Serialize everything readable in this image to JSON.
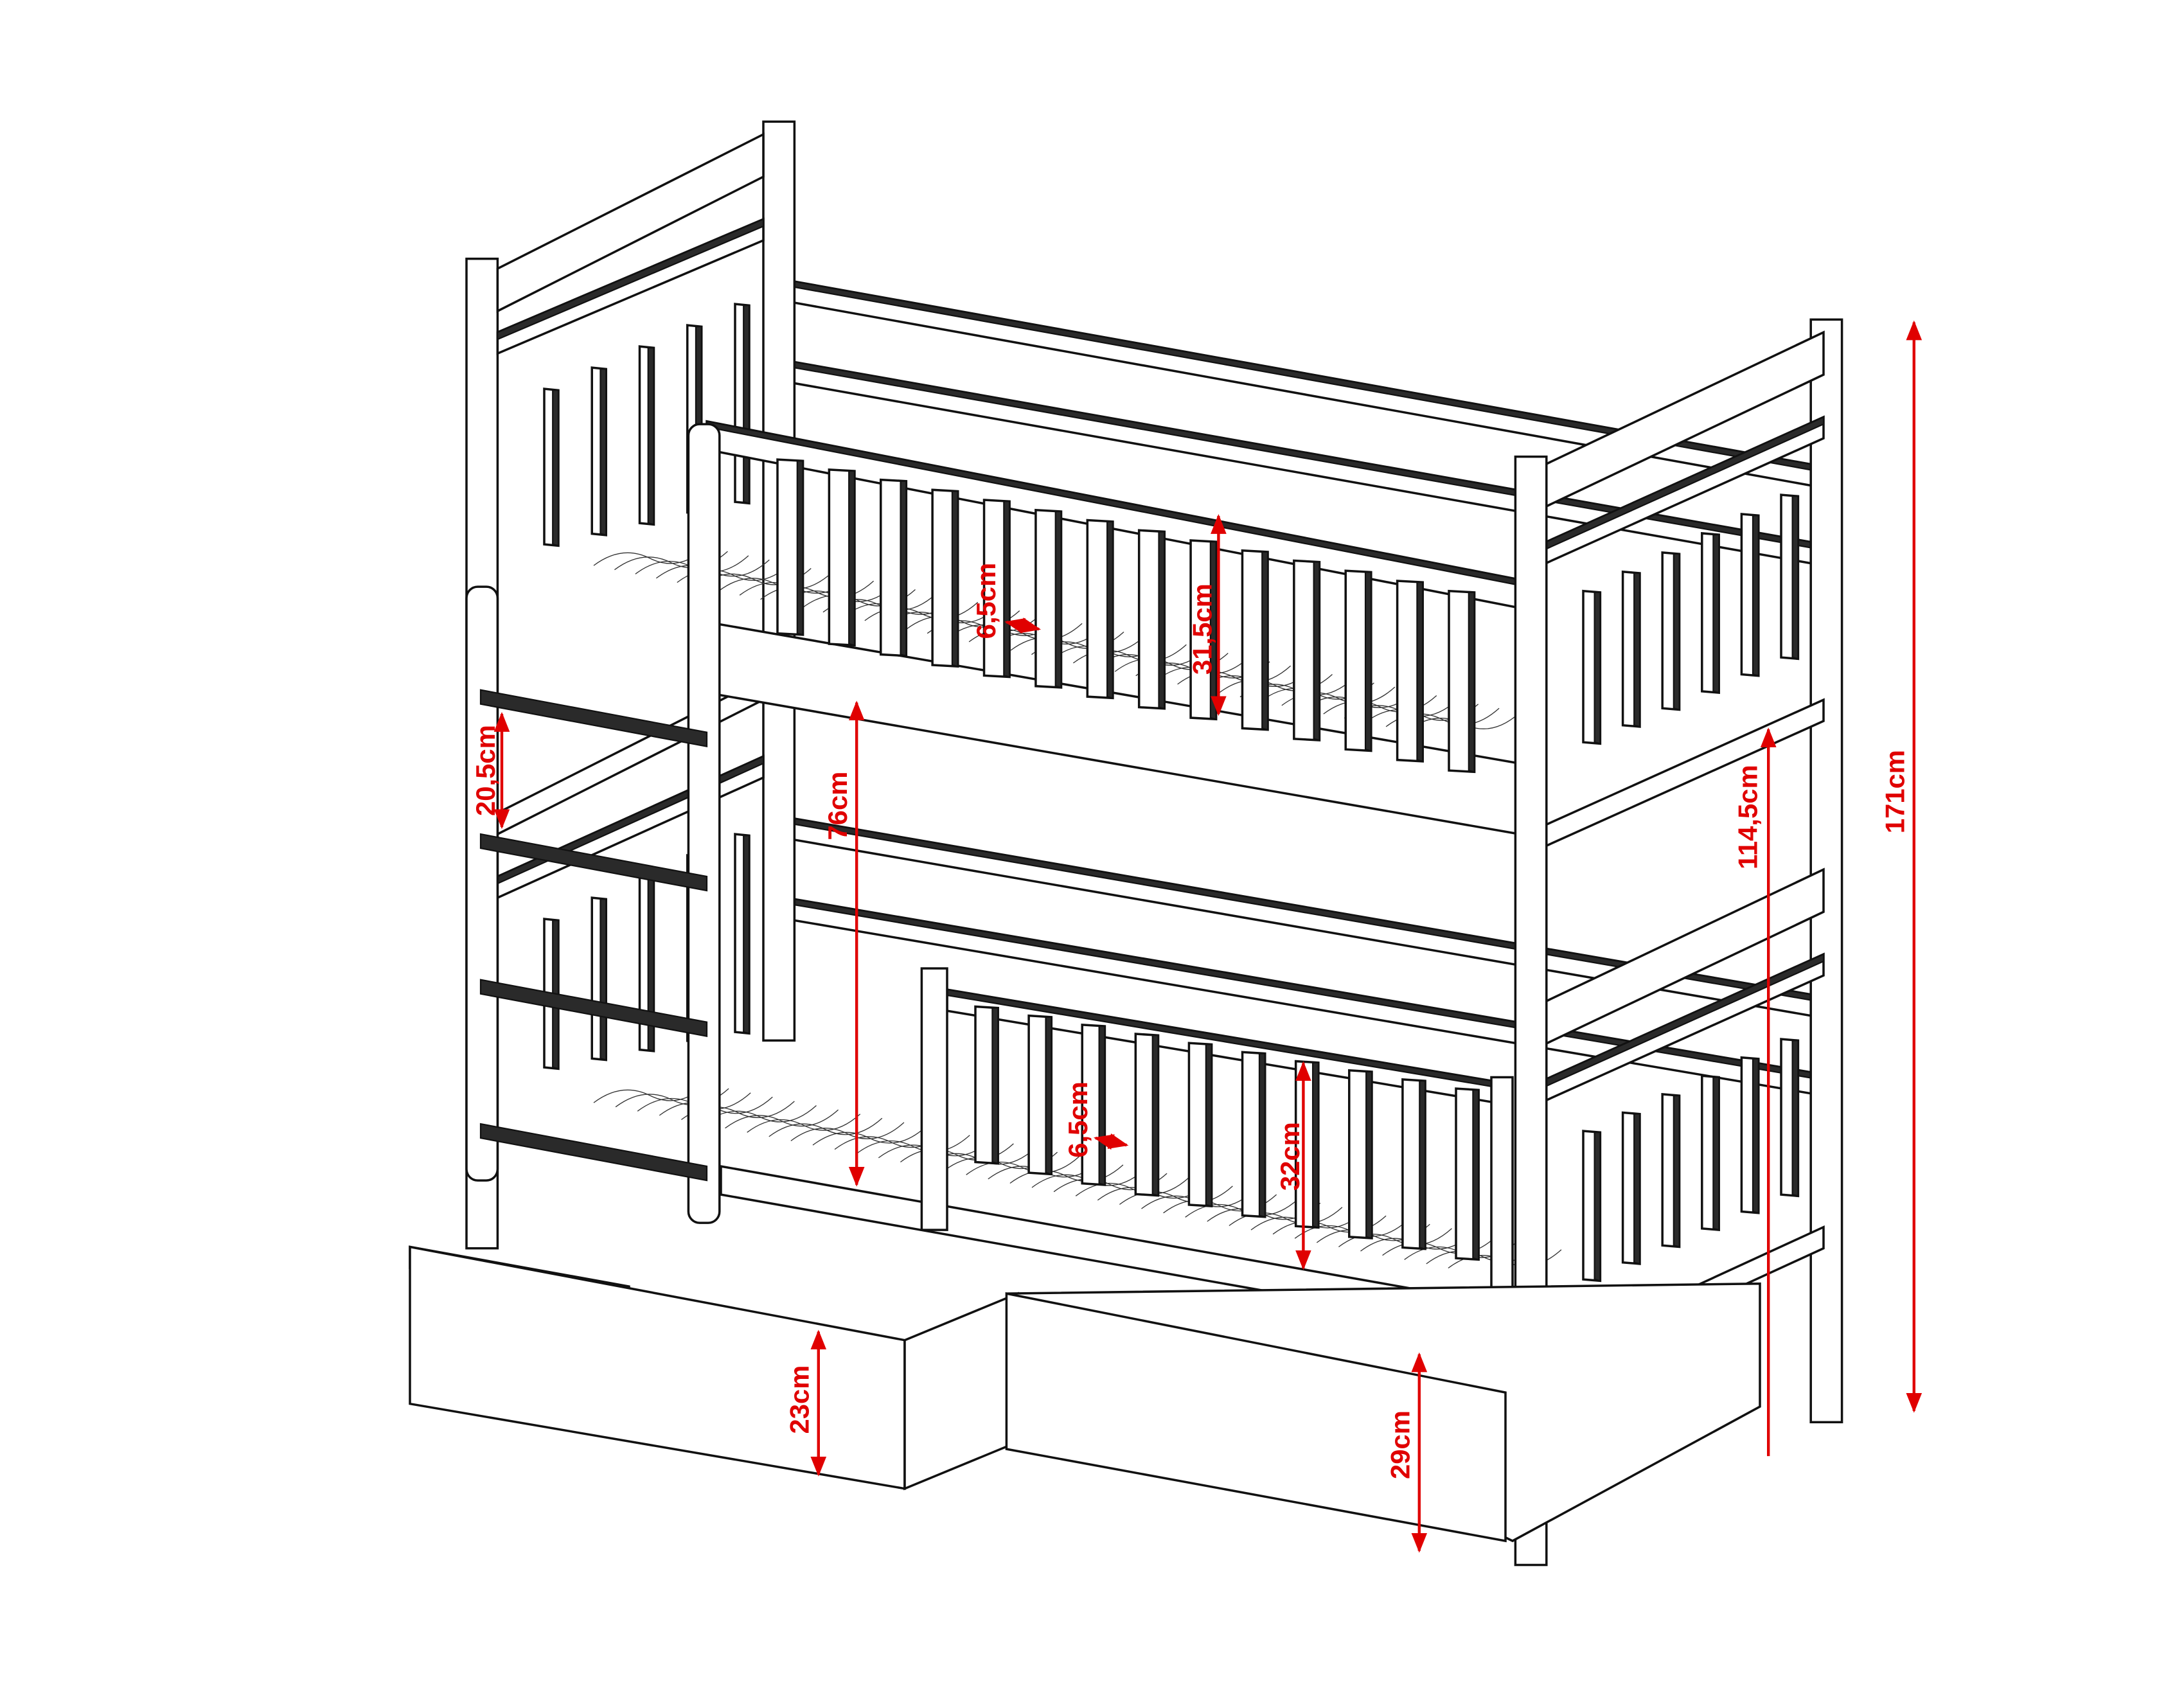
{
  "colors": {
    "dimension": "#e00000",
    "outline": "#111111"
  },
  "dimensions": {
    "total_height": "171cm",
    "upper_bed_height": "114,5cm",
    "upper_rail_height": "31,5cm",
    "upper_slat_gap": "6,5cm",
    "ladder_step_gap": "20,5cm",
    "clearance_between_beds": "76cm",
    "lower_rail_height": "32cm",
    "lower_slat_gap": "6,5cm",
    "drawer_left_height": "23cm",
    "drawer_right_height": "29cm"
  }
}
